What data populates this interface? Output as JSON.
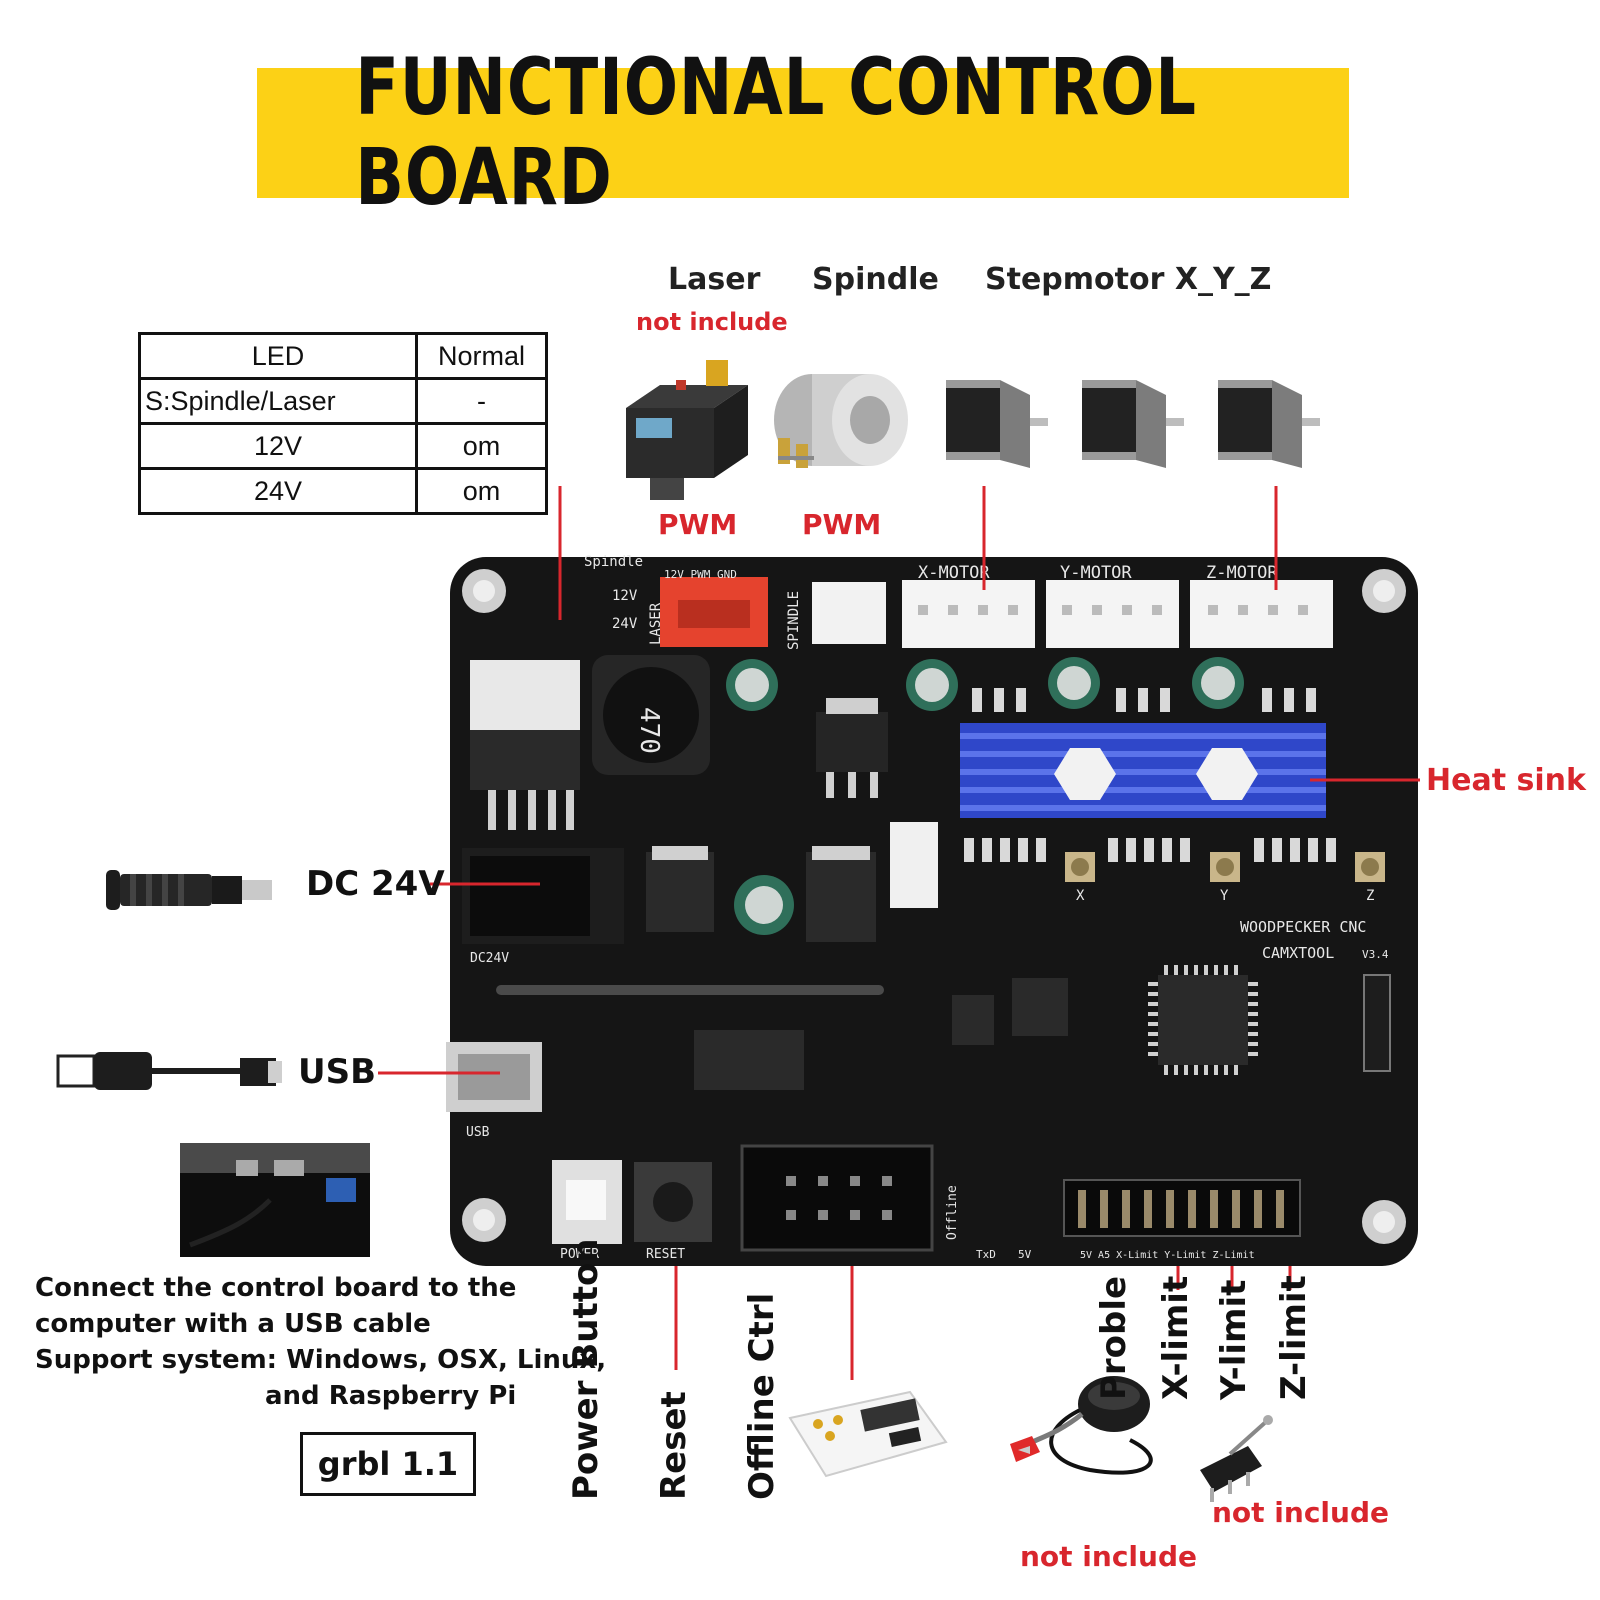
{
  "title": "FUNCTIONAL CONTROL BOARD",
  "top_labels": {
    "laser": "Laser",
    "laser_note": "not include",
    "spindle": "Spindle",
    "stepmotor": "Stepmotor X_Y_Z",
    "pwm_laser": "PWM",
    "pwm_spindle": "PWM"
  },
  "led_table": {
    "headers": [
      "LED",
      "Normal"
    ],
    "rows": [
      [
        "S:Spindle/Laser",
        "-"
      ],
      [
        "12V",
        "om"
      ],
      [
        "24V",
        "om"
      ]
    ]
  },
  "side_labels": {
    "dc": "DC 24V",
    "usb": "USB",
    "heat_sink": "Heat sink"
  },
  "usb_info": {
    "line1": "Connect the control board to the",
    "line2": "computer with a USB cable",
    "line3": "Support system: Windows, OSX, Linux,",
    "line4": "and Raspberry Pi"
  },
  "firmware": "grbl 1.1",
  "bottom_labels": {
    "power": "Power Button",
    "reset": "Reset",
    "offline": "Offline Ctrl",
    "probe": "Proble",
    "xlimit": "X-limit",
    "ylimit": "Y-limit",
    "zlimit": "Z-limit",
    "note_probe": "not include",
    "note_switch": "not include"
  },
  "board_silkscreen": {
    "spindle": "Spindle",
    "s12v": "12V",
    "s24v": "24V",
    "laser": "LASER",
    "pins": "12V PWM GND",
    "spindle_v": "SPINDLE",
    "xmotor": "X-MOTOR",
    "ymotor": "Y-MOTOR",
    "zmotor": "Z-MOTOR",
    "brand1": "WOODPECKER CNC",
    "brand2": "CAMXTOOL",
    "version": "V3.4",
    "power": "POWER",
    "reset": "RESET",
    "offline": "Offline",
    "txd": "TxD",
    "fivev": "5V",
    "header": "5V  A5  X-Limit  Y-Limit  Z-Limit",
    "x": "X",
    "y": "Y",
    "z": "Z",
    "dc24v": "DC24V",
    "usb": "USB",
    "inductor": "470"
  },
  "colors": {
    "banner": "#fcd116",
    "accent_red": "#d8262d",
    "board": "#151515",
    "heatsink": "#2f47c9"
  }
}
